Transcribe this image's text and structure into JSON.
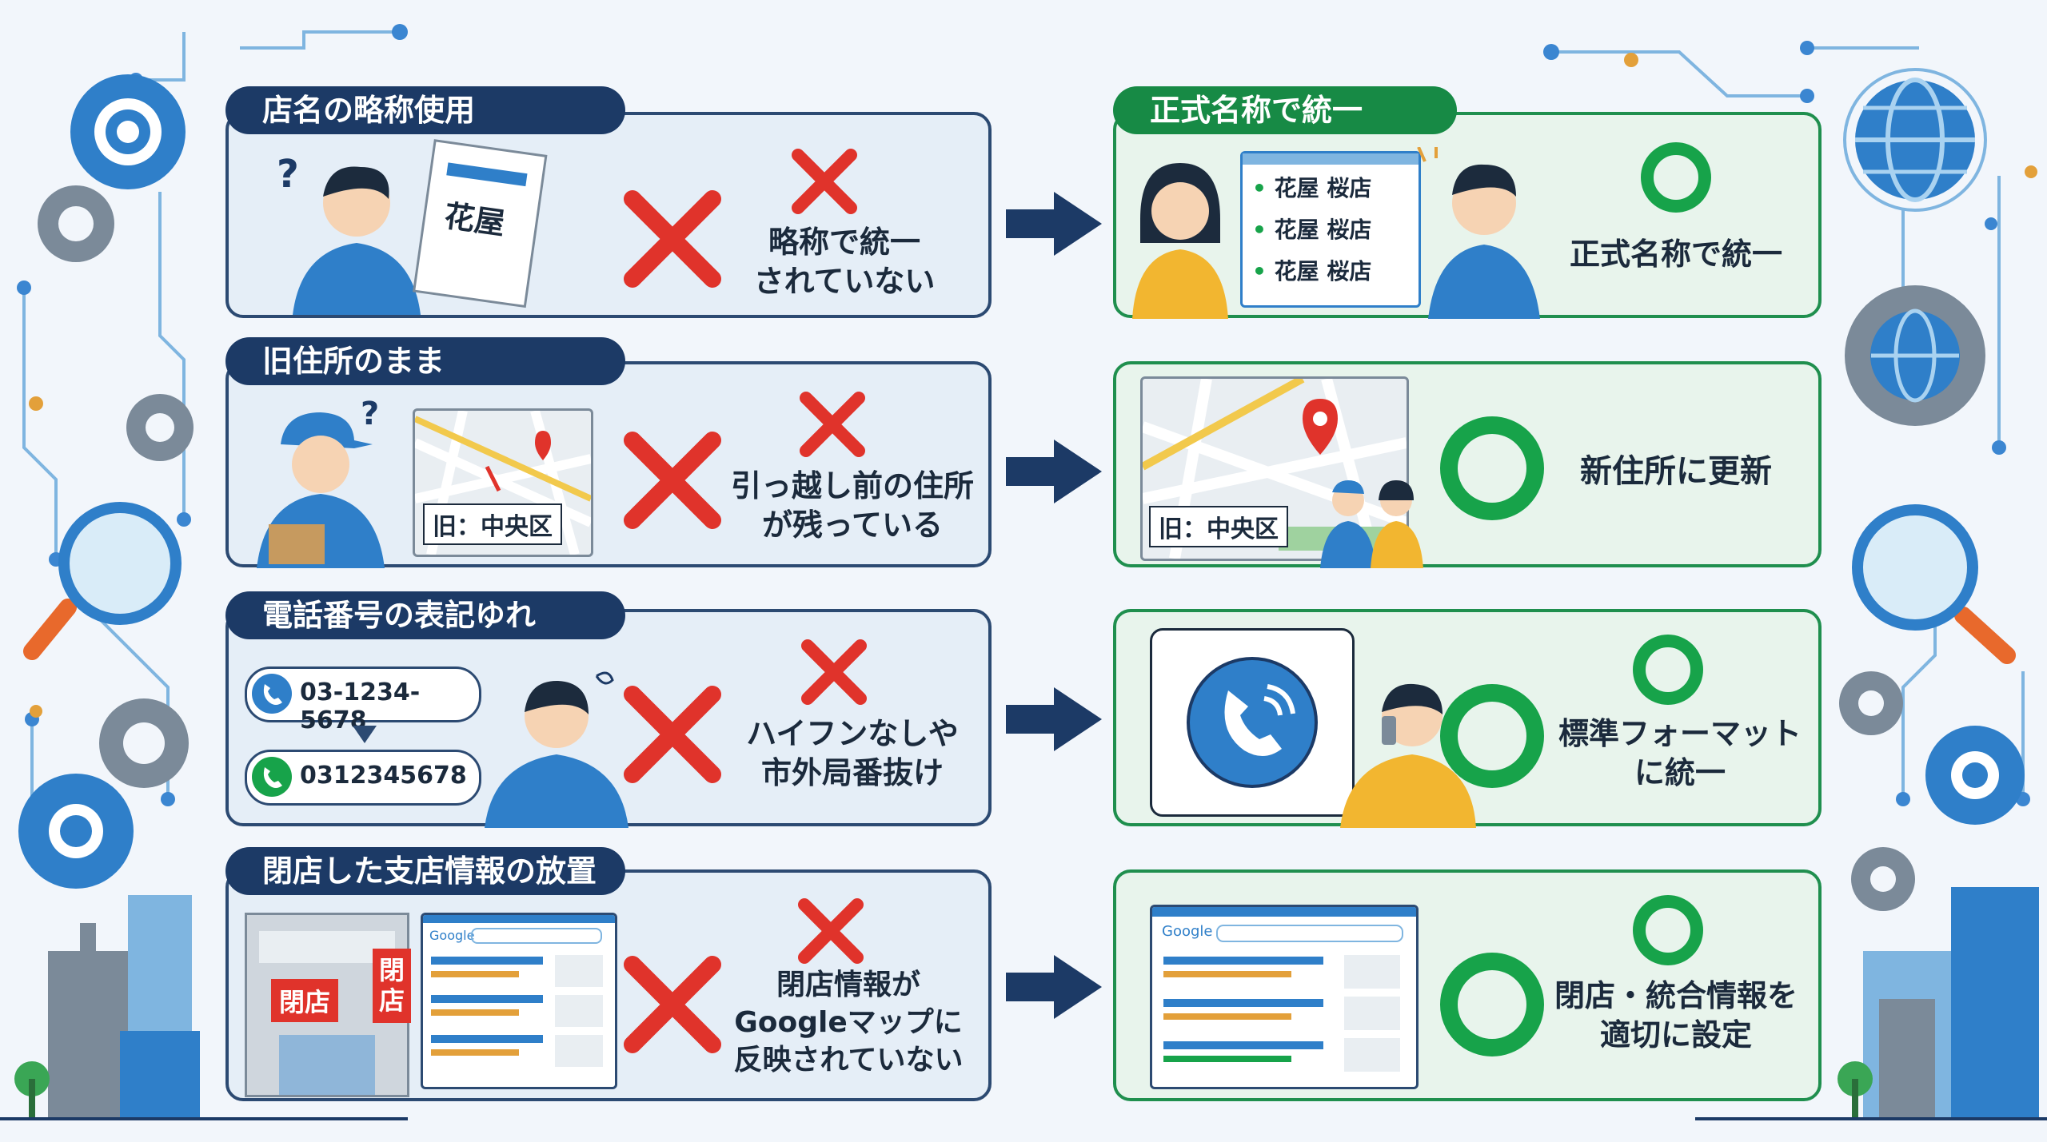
{
  "rows": [
    {
      "problem_title": "店名の略称使用",
      "problem_text": [
        "略称で統一",
        "されていない"
      ],
      "illustration_label": "花屋",
      "solution_title": "正式名称で統一",
      "solution_list": [
        "花屋 桜店",
        "花屋 桜店",
        "花屋 桜店"
      ],
      "solution_text": [
        "正式名称で統一"
      ]
    },
    {
      "problem_title": "旧住所のまま",
      "problem_text": [
        "引っ越し前の住所",
        "が残っている"
      ],
      "illustration_label": "旧：中央区",
      "solution_map_label": "旧：中央区",
      "solution_text": [
        "新住所に更新"
      ]
    },
    {
      "problem_title": "電話番号の表記ゆれ",
      "problem_text": [
        "ハイフンなしや",
        "市外局番抜け"
      ],
      "phone_1": "03-1234-5678",
      "phone_2": "0312345678",
      "solution_text": [
        "標準フォーマット",
        "に統一"
      ]
    },
    {
      "problem_title": "閉店した支店情報の放置",
      "problem_text": [
        "閉店情報が",
        "Googleマップに",
        "反映されていない"
      ],
      "store_sign_1": "閉店",
      "store_sign_2": "閉店",
      "browser_brand": "Google",
      "solution_text": [
        "閉店・統合情報を",
        "適切に設定"
      ]
    }
  ],
  "colors": {
    "navy": "#1c3a66",
    "green": "#178a45",
    "red_cross": "#e0332b",
    "circle_green": "#17a34a",
    "accent_blue": "#2f7fc9"
  },
  "icons": [
    "gear-icon",
    "magnifier-icon",
    "globe-icon",
    "building-icon",
    "cross-icon",
    "circle-ok-icon",
    "arrow-right-icon",
    "phone-icon",
    "map-pin-icon"
  ]
}
